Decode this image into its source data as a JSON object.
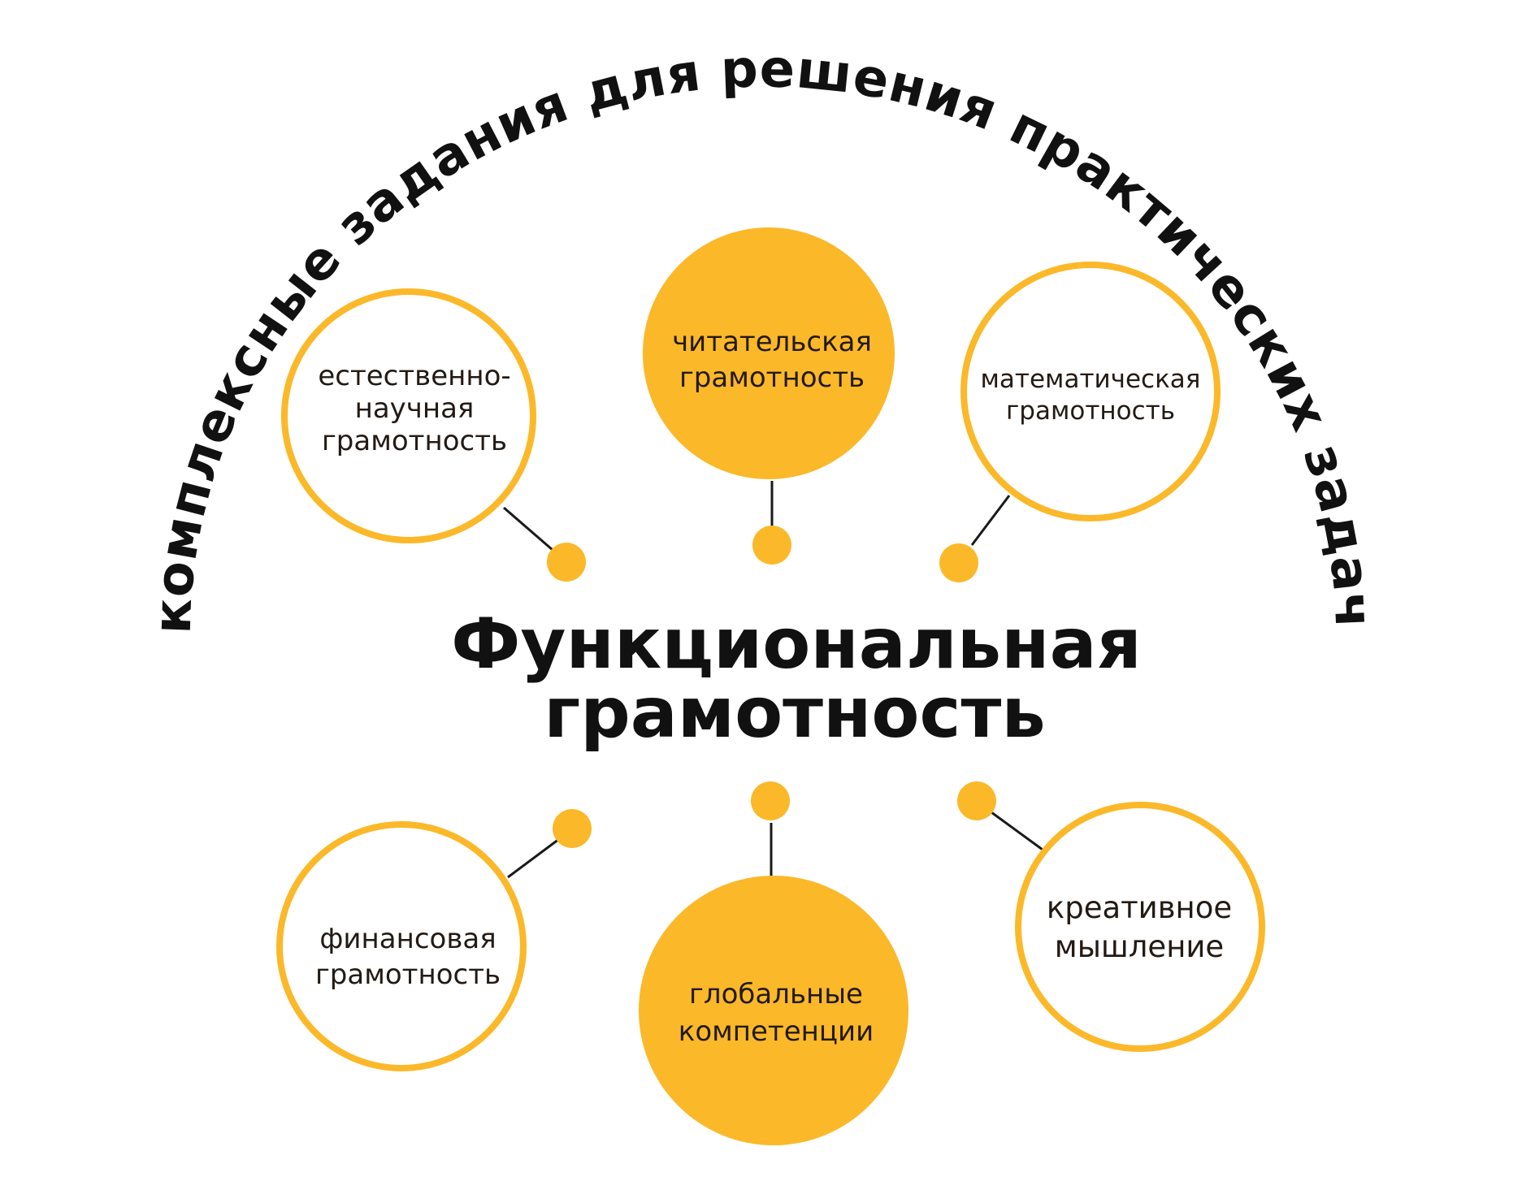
{
  "arc_caption": "комплексные задания для решения практических задач",
  "title": {
    "line1": "Функциональная",
    "line2": "грамотность"
  },
  "nodes": [
    {
      "lines": [
        "естественно-",
        "научная",
        "грамотность"
      ],
      "filled": false
    },
    {
      "lines": [
        "читательская",
        "грамотность"
      ],
      "filled": true
    },
    {
      "lines": [
        "математическая",
        "грамотность"
      ],
      "filled": false
    },
    {
      "lines": [
        "финансовая",
        "грамотность"
      ],
      "filled": false
    },
    {
      "lines": [
        "глобальные",
        "компетенции"
      ],
      "filled": true
    },
    {
      "lines": [
        "креативное",
        "мышление"
      ],
      "filled": false
    }
  ],
  "colors": {
    "accent": "#fbb829",
    "text": "#231a14",
    "line": "#1a1a1a"
  }
}
